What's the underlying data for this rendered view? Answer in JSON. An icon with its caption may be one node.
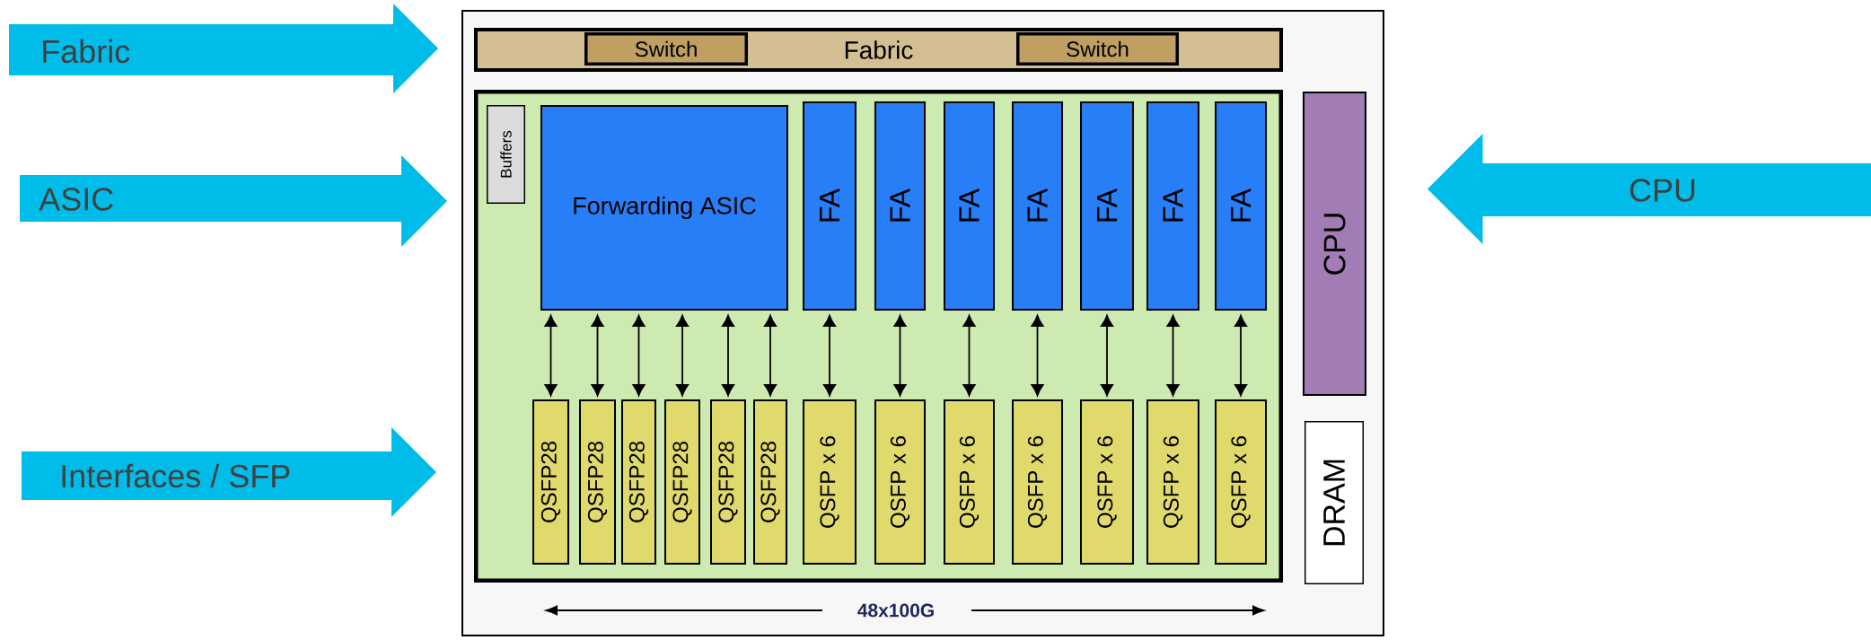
{
  "diagram": {
    "nodes": [
      {
        "text": [
          "Fabric"
        ]
      },
      {
        "text": [
          "ASIC"
        ]
      },
      {
        "text": [
          "Interfaces / SFP"
        ]
      },
      {
        "text": [],
        "shape": "box"
      },
      {
        "text": [
          "Fabric"
        ],
        "in": 3
      },
      {
        "text": [
          "Switch"
        ],
        "in": 4
      },
      {
        "text": [
          "Switch"
        ],
        "in": 4
      },
      {
        "text": [],
        "shape": "box",
        "in": 3
      },
      {
        "text": [
          "Buffers"
        ],
        "in": 7
      },
      {
        "text": [
          "Forwarding ASIC"
        ],
        "in": 7
      },
      {
        "text": [
          "FA"
        ],
        "in": 7
      },
      {
        "text": [
          "FA"
        ],
        "in": 7
      },
      {
        "text": [
          "FA"
        ],
        "in": 7
      },
      {
        "text": [
          "FA"
        ],
        "in": 7
      },
      {
        "text": [
          "FA"
        ],
        "in": 7
      },
      {
        "text": [
          "FA"
        ],
        "in": 7
      },
      {
        "text": [
          "FA"
        ],
        "in": 7
      },
      {
        "text": [
          "QSFP28"
        ],
        "in": 7
      },
      {
        "text": [
          "QSFP28"
        ],
        "in": 7
      },
      {
        "text": [
          "QSFP28"
        ],
        "in": 7
      },
      {
        "text": [
          "QSFP28"
        ],
        "in": 7
      },
      {
        "text": [
          "QSFP28"
        ],
        "in": 7
      },
      {
        "text": [
          "QSFP28"
        ],
        "in": 7
      },
      {
        "text": [
          "QSFP x 6"
        ],
        "in": 7
      },
      {
        "text": [
          "QSFP x 6"
        ],
        "in": 7
      },
      {
        "text": [
          "QSFP x 6"
        ],
        "in": 7
      },
      {
        "text": [
          "QSFP x 6"
        ],
        "in": 7
      },
      {
        "text": [
          "QSFP x 6"
        ],
        "in": 7
      },
      {
        "text": [
          "QSFP x 6"
        ],
        "in": 7
      },
      {
        "text": [
          "QSFP x 6"
        ],
        "in": 7
      },
      {
        "text": [
          "CPU"
        ],
        "in": 3
      },
      {
        "text": [
          "DRAM"
        ],
        "in": 3
      },
      {
        "text": [
          "CPU"
        ]
      }
    ],
    "edges": [
      {
        "from": 9,
        "to": 17,
        "arrow": "both"
      },
      {
        "from": 9,
        "to": 18,
        "arrow": "both"
      },
      {
        "from": 9,
        "to": 19,
        "arrow": "both"
      },
      {
        "from": 9,
        "to": 20,
        "arrow": "both"
      },
      {
        "from": 9,
        "to": 21,
        "arrow": "both"
      },
      {
        "from": 9,
        "to": 22,
        "arrow": "both"
      },
      {
        "from": 10,
        "to": 23,
        "arrow": "both"
      },
      {
        "from": 11,
        "to": 24,
        "arrow": "both"
      },
      {
        "from": 12,
        "to": 25,
        "arrow": "both"
      },
      {
        "from": 13,
        "to": 26,
        "arrow": "both"
      },
      {
        "from": 14,
        "to": 27,
        "arrow": "both"
      },
      {
        "from": 15,
        "to": 28,
        "arrow": "both"
      },
      {
        "from": 16,
        "to": 29,
        "arrow": "both"
      }
    ],
    "labels": [
      "48x100G"
    ]
  }
}
